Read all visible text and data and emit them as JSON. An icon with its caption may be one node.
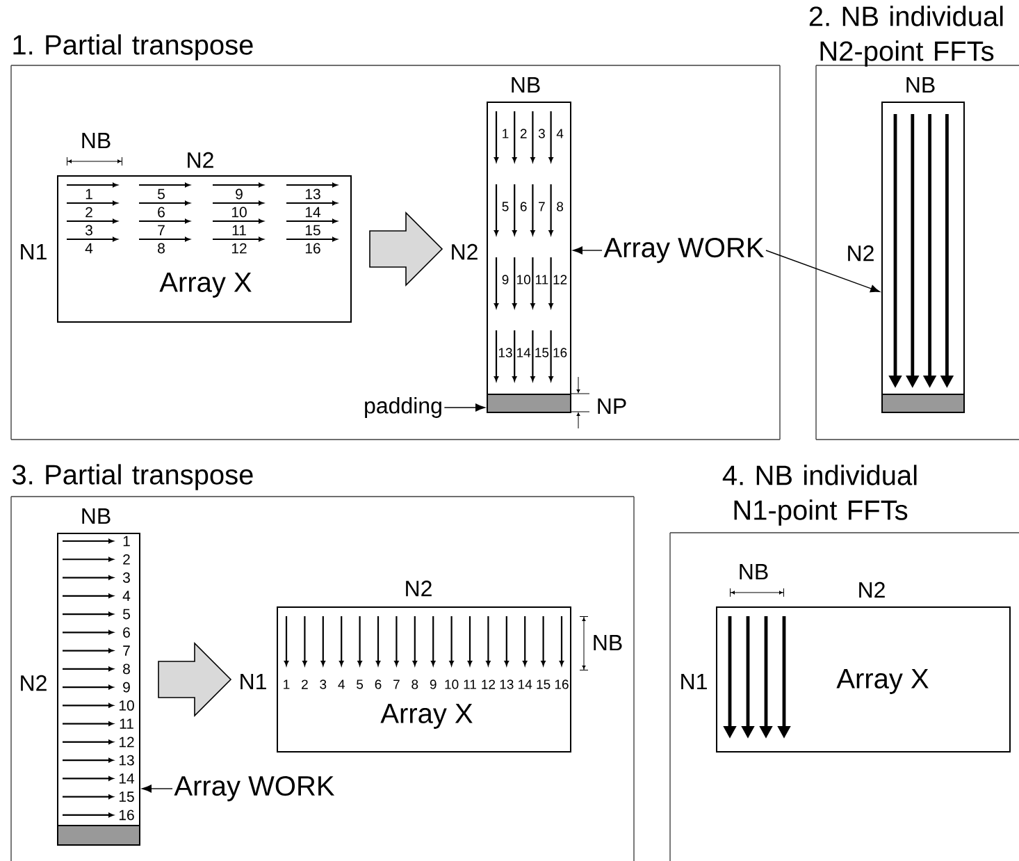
{
  "diagram": {
    "nodes": [
      {
        "text": [
          "1. Partial transpose"
        ]
      },
      {
        "text": [
          "Array X"
        ],
        "in": 0
      },
      {
        "text": [],
        "shape": "box",
        "in": 0
      },
      {
        "text": [],
        "shape": "bar",
        "in": 0
      },
      {
        "text": [
          "Array WORK"
        ],
        "in": 0
      },
      {
        "text": [
          "padding"
        ],
        "in": 0
      },
      {
        "text": [
          "2. NB individual N2-point FFTs"
        ]
      },
      {
        "text": [],
        "shape": "box",
        "in": 6
      },
      {
        "text": [],
        "shape": "bar",
        "in": 6
      },
      {
        "text": [
          "3. Partial transpose"
        ]
      },
      {
        "text": [],
        "shape": "box",
        "in": 9
      },
      {
        "text": [],
        "shape": "bar",
        "in": 9
      },
      {
        "text": [
          "Array X"
        ],
        "in": 9
      },
      {
        "text": [
          "Array WORK"
        ],
        "in": 9
      },
      {
        "text": [
          "4. NB individual N1-point FFTs"
        ]
      },
      {
        "text": [
          "Array X"
        ],
        "in": 14
      }
    ],
    "edges": [
      {
        "from": 1,
        "to": 2,
        "arrow": "to"
      },
      {
        "from": 4,
        "to": 2,
        "arrow": "to"
      },
      {
        "from": 4,
        "to": 7,
        "arrow": "to"
      },
      {
        "from": 5,
        "to": 3,
        "arrow": "to"
      },
      {
        "from": 10,
        "to": 12,
        "arrow": "to"
      },
      {
        "from": 13,
        "to": 10,
        "arrow": "to"
      }
    ],
    "labels": [
      "NB",
      "N2",
      "N1",
      "1",
      "2",
      "3",
      "4",
      "5",
      "6",
      "7",
      "8",
      "9",
      "10",
      "11",
      "12",
      "13",
      "14",
      "15",
      "16",
      "N2",
      "NB",
      "1",
      "2",
      "3",
      "4",
      "5",
      "6",
      "7",
      "8",
      "9",
      "10",
      "11",
      "12",
      "13",
      "14",
      "15",
      "16",
      "NP",
      "NB",
      "N2",
      "NB",
      "N2",
      "1",
      "2",
      "3",
      "4",
      "5",
      "6",
      "7",
      "8",
      "9",
      "10",
      "11",
      "12",
      "13",
      "14",
      "15",
      "16",
      "N2",
      "N1",
      "1",
      "2",
      "3",
      "4",
      "5",
      "6",
      "7",
      "8",
      "9",
      "10",
      "11",
      "12",
      "13",
      "14",
      "15",
      "16",
      "NB",
      "NB",
      "N2",
      "N1"
    ]
  }
}
